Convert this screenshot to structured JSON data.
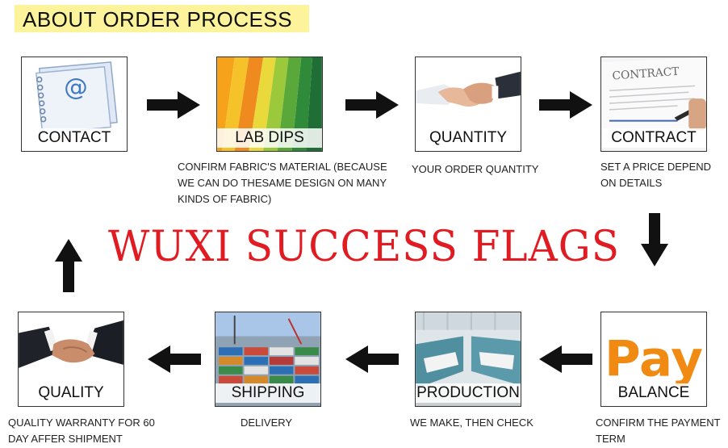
{
  "header": {
    "title": "ABOUT ORDER PROCESS"
  },
  "brand": {
    "name": "WUXI SUCCESS FLAGS",
    "color": "#e11b22"
  },
  "colors": {
    "header_bg": "#fdf39b",
    "arrow": "#111111",
    "pay_orange": "#f08a12"
  },
  "steps": [
    {
      "label": "CONTACT",
      "icon": "email-at-icon",
      "desc": ""
    },
    {
      "label": "LAB  DIPS",
      "icon": "fabric-swatches-icon",
      "desc": "CONFIRM FABRIC'S MATERIAL (BECAUSE WE CAN DO THESAME DESIGN ON MANY KINDS OF FABRIC)"
    },
    {
      "label": "QUANTITY",
      "icon": "handshake-icon",
      "desc": "YOUR ORDER QUANTITY"
    },
    {
      "label": "CONTRACT",
      "icon": "contract-pen-icon",
      "desc": "SET A PRICE DEPEND ON DETAILS"
    },
    {
      "label": "BALANCE",
      "icon": "pay-icon",
      "pay_text": "Pay",
      "desc": "CONFIRM THE PAYMENT TERM"
    },
    {
      "label": "PRODUCTION",
      "icon": "weaving-machines-icon",
      "desc": "WE MAKE, THEN CHECK"
    },
    {
      "label": "SHIPPING",
      "icon": "container-port-icon",
      "desc": "DELIVERY"
    },
    {
      "label": "QUALITY",
      "icon": "business-handshake-icon",
      "desc": "QUALITY WARRANTY FOR 60 DAY AFFER SHIPMENT"
    }
  ]
}
